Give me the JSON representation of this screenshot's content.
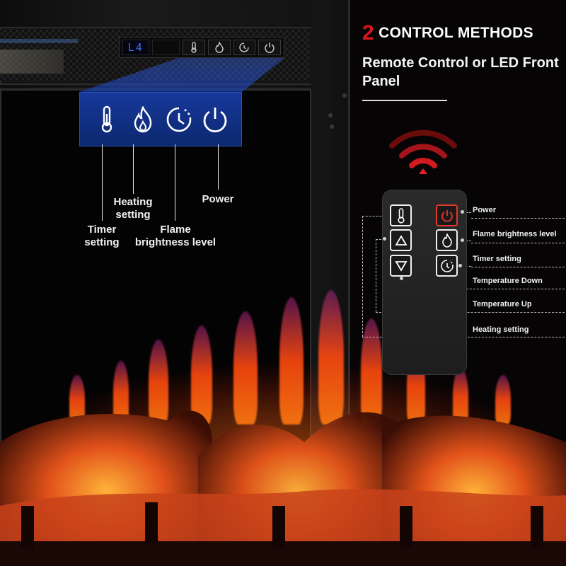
{
  "led_display": "L4",
  "panel_icons": [
    "thermometer-icon",
    "flame-icon",
    "timer-icon",
    "power-icon"
  ],
  "front_panel_labels": {
    "timer": "Timer\nsetting",
    "heating": "Heating\nsetting",
    "flame": "Flame\nbrightness level",
    "power": "Power"
  },
  "heading": {
    "number": "2",
    "text": "CONTROL METHODS"
  },
  "subheading": "Remote Control or LED Front Panel",
  "remote_labels": {
    "power": "Power",
    "flame": "Flame brightness level",
    "timer": "Timer setting",
    "temp_down": "Temperature Down",
    "temp_up": "Temperature Up",
    "heating": "Heating setting"
  },
  "colors": {
    "accent_red": "#d8161b",
    "panel_blue": "#16389a",
    "power_button_red": "#e0382a"
  }
}
